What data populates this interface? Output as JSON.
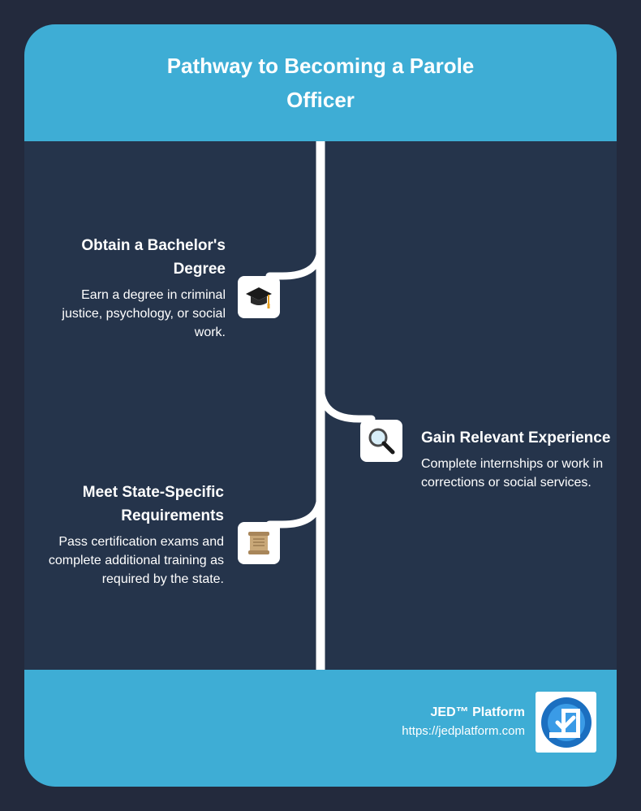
{
  "header": {
    "title": "Pathway to Becoming a Parole Officer"
  },
  "steps": [
    {
      "title": "Obtain a Bachelor's Degree",
      "description": "Earn a degree in criminal justice, psychology, or social work.",
      "icon": "graduation-cap-icon"
    },
    {
      "title": "Gain Relevant Experience",
      "description": "Complete internships or work in corrections or social services.",
      "icon": "magnifying-glass-icon"
    },
    {
      "title": "Meet State-Specific Requirements",
      "description": "Pass certification exams and complete additional training as required by the state.",
      "icon": "scroll-icon"
    }
  ],
  "footer": {
    "brand": "JED™ Platform",
    "url": "https://jedplatform.com"
  },
  "colors": {
    "background": "#232a3d",
    "panel": "#25344b",
    "accent": "#3eadd5",
    "text": "#ffffff"
  }
}
